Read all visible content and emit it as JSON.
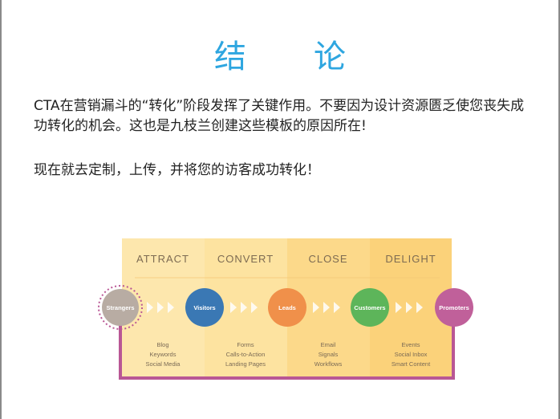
{
  "title": "结　论",
  "paragraph1": "CTA在营销漏斗的“转化”阶段发挥了关键作用。不要因为设计资源匮乏使您丧失成功转化的机会。这也是九枝兰创建这些模板的原因所在!",
  "paragraph2": "现在就去定制，上传，并将您的访客成功转化！",
  "diagram": {
    "stages": [
      {
        "label": "ATTRACT",
        "items": [
          "Blog",
          "Keywords",
          "Social Media"
        ]
      },
      {
        "label": "CONVERT",
        "items": [
          "Forms",
          "Calls-to-Action",
          "Landing Pages"
        ]
      },
      {
        "label": "CLOSE",
        "items": [
          "Email",
          "Signals",
          "Workflows"
        ]
      },
      {
        "label": "DELIGHT",
        "items": [
          "Events",
          "Social Inbox",
          "Smart Content"
        ]
      }
    ],
    "nodes": [
      "Strangers",
      "Visitors",
      "Leads",
      "Customers",
      "Promoters"
    ],
    "colors": {
      "stage_fills": [
        "#fde7ad",
        "#fde3a0",
        "#fcd98a",
        "#fbd27a"
      ],
      "nodes": [
        "#b8aca3",
        "#3a78b4",
        "#f0904a",
        "#5db55a",
        "#c0609a"
      ],
      "bracket": "#b95795",
      "title": "#2ea6e0"
    }
  }
}
